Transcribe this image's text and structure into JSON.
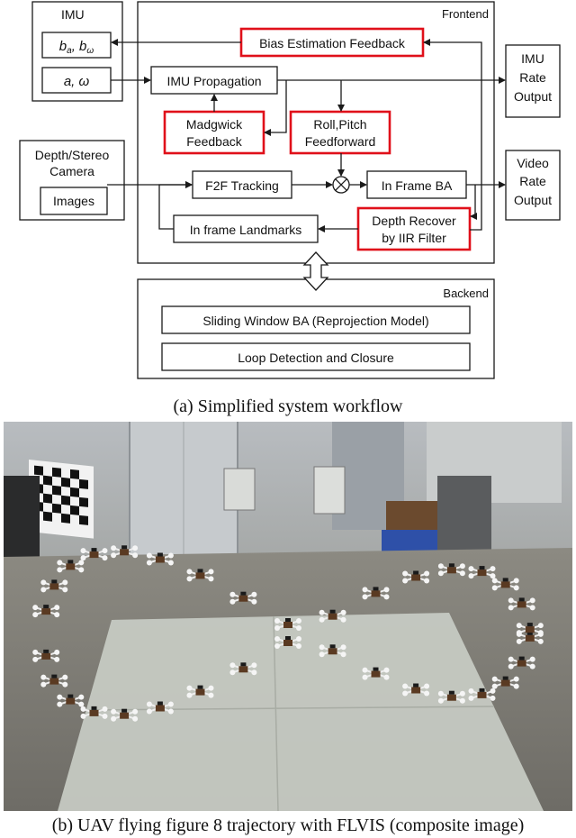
{
  "diagram": {
    "imu": {
      "title": "IMU",
      "bias_box": "b_a, b_ω",
      "bias_sub_a": "a",
      "bias_sub_w": "ω",
      "meas_box": "a, ω"
    },
    "camera": {
      "title_line1": "Depth/Stereo",
      "title_line2": "Camera",
      "images": "Images"
    },
    "frontend": {
      "title": "Frontend",
      "bias_feedback": "Bias Estimation Feedback",
      "imu_propagation": "IMU Propagation",
      "madgwick_line1": "Madgwick",
      "madgwick_line2": "Feedback",
      "rollpitch_line1": "Roll,Pitch",
      "rollpitch_line2": "Feedforward",
      "f2f_tracking": "F2F Tracking",
      "in_frame_ba": "In Frame BA",
      "landmarks": "In frame Landmarks",
      "depth_line1": "Depth Recover",
      "depth_line2": "by IIR Filter"
    },
    "outputs": {
      "imu_line1": "IMU",
      "imu_line2": "Rate",
      "imu_line3": "Output",
      "video_line1": "Video",
      "video_line2": "Rate",
      "video_line3": "Output"
    },
    "backend": {
      "title": "Backend",
      "sliding_window": "Sliding Window BA (Reprojection Model)",
      "loop_detection": "Loop Detection and Closure"
    },
    "colors": {
      "highlight": "#e0101a",
      "line": "#1a1a1a"
    }
  },
  "captions": {
    "a": "(a) Simplified system workflow",
    "b": "(b) UAV flying figure 8 trajectory with FLVIS (composite image)"
  }
}
